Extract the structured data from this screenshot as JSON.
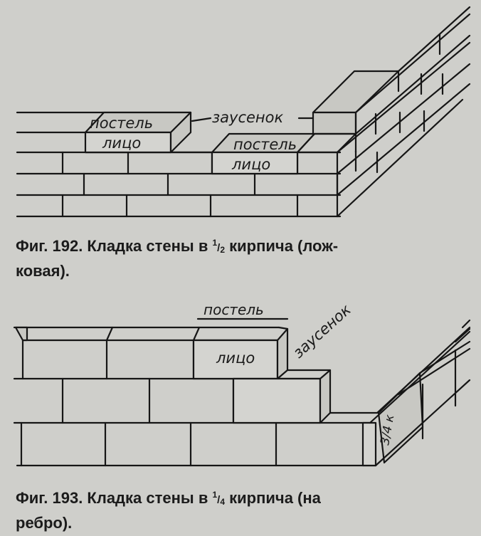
{
  "figure_192": {
    "labels": {
      "bed_left": "постель",
      "face_left": "лицо",
      "burr": "заусенок",
      "bed_right": "постель",
      "face_right": "лицо"
    },
    "caption_prefix": "Фиг. 192. Кладка стены в",
    "caption_frac_num": "1",
    "caption_frac_den": "2",
    "caption_mid": "кирпича (лож-",
    "caption_cont": "ковая)."
  },
  "figure_193": {
    "labels": {
      "bed": "постель",
      "face": "лицо",
      "burr": "заусенок",
      "three_quarter": "3/4 к"
    },
    "caption_prefix": "Фиг. 193. Кладка стены в",
    "caption_frac_num": "1",
    "caption_frac_den": "4",
    "caption_mid": "кирпича (на",
    "caption_cont": "ребро)."
  },
  "colors": {
    "ink": "#161616",
    "paper": "#cfcfcb"
  }
}
